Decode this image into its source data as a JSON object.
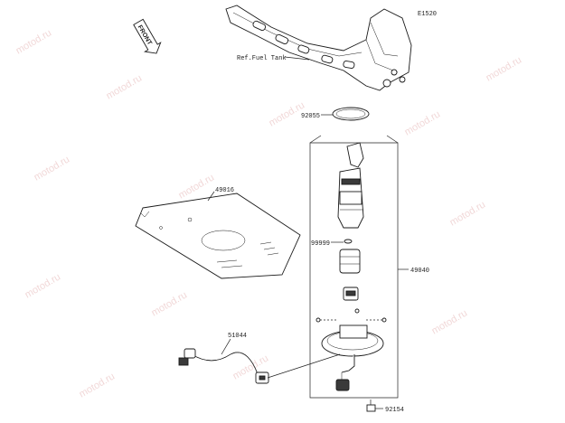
{
  "diagram_code": "E1520",
  "front_badge": "FRONT",
  "watermark_text": "motod.ru",
  "labels": {
    "ref_fuel_tank": "Ref.Fuel Tank",
    "p92055": "92055",
    "p49016": "49016",
    "p99999": "99999",
    "p49040": "49040",
    "p51044": "51044",
    "p92154": "92154"
  },
  "colors": {
    "line": "#222222",
    "watermark": "#e6b8b8"
  }
}
